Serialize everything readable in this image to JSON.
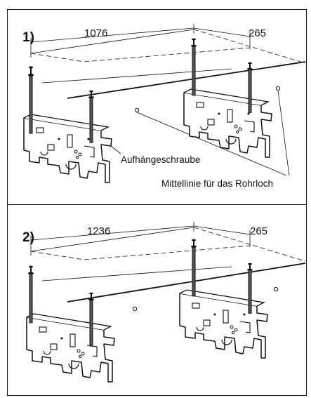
{
  "steps": [
    {
      "number": "1)",
      "dim_left": "1076",
      "dim_right": "265",
      "callout_screw": "Aufhängeschraube",
      "callout_centerline": "Mittellinie für das Rohrloch"
    },
    {
      "number": "2)",
      "dim_left": "1236",
      "dim_right": "265"
    }
  ],
  "colors": {
    "line": "#111111",
    "background": "#ffffff"
  }
}
